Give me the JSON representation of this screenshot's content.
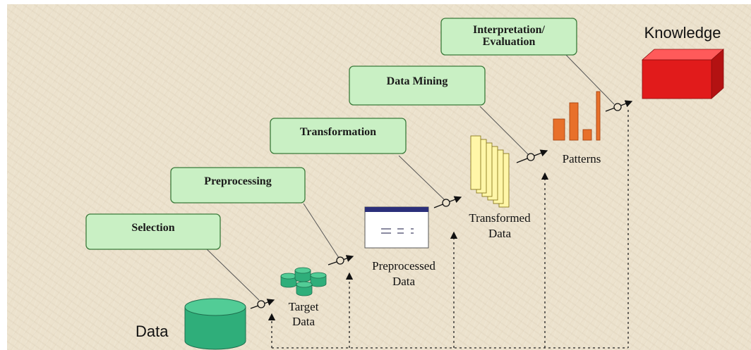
{
  "steps": {
    "selection": "Selection",
    "preprocessing": "Preprocessing",
    "transformation": "Transformation",
    "data_mining": "Data Mining",
    "interpretation_line1": "Interpretation/",
    "interpretation_line2": "Evaluation"
  },
  "stages": {
    "data": "Data",
    "target_line1": "Target",
    "target_line2": "Data",
    "preprocessed_line1": "Preprocessed",
    "preprocessed_line2": "Data",
    "transformed_line1": "Transformed",
    "transformed_line2": "Data",
    "patterns": "Patterns",
    "knowledge": "Knowledge"
  },
  "colors": {
    "step_box": "#c9f0c4",
    "cylinder": "#2fae7a",
    "knowledge_cube": "#e11b1b",
    "bars": "#e8702a",
    "transformed_pages": "#fff6a8",
    "window_title": "#2b2f7a"
  }
}
